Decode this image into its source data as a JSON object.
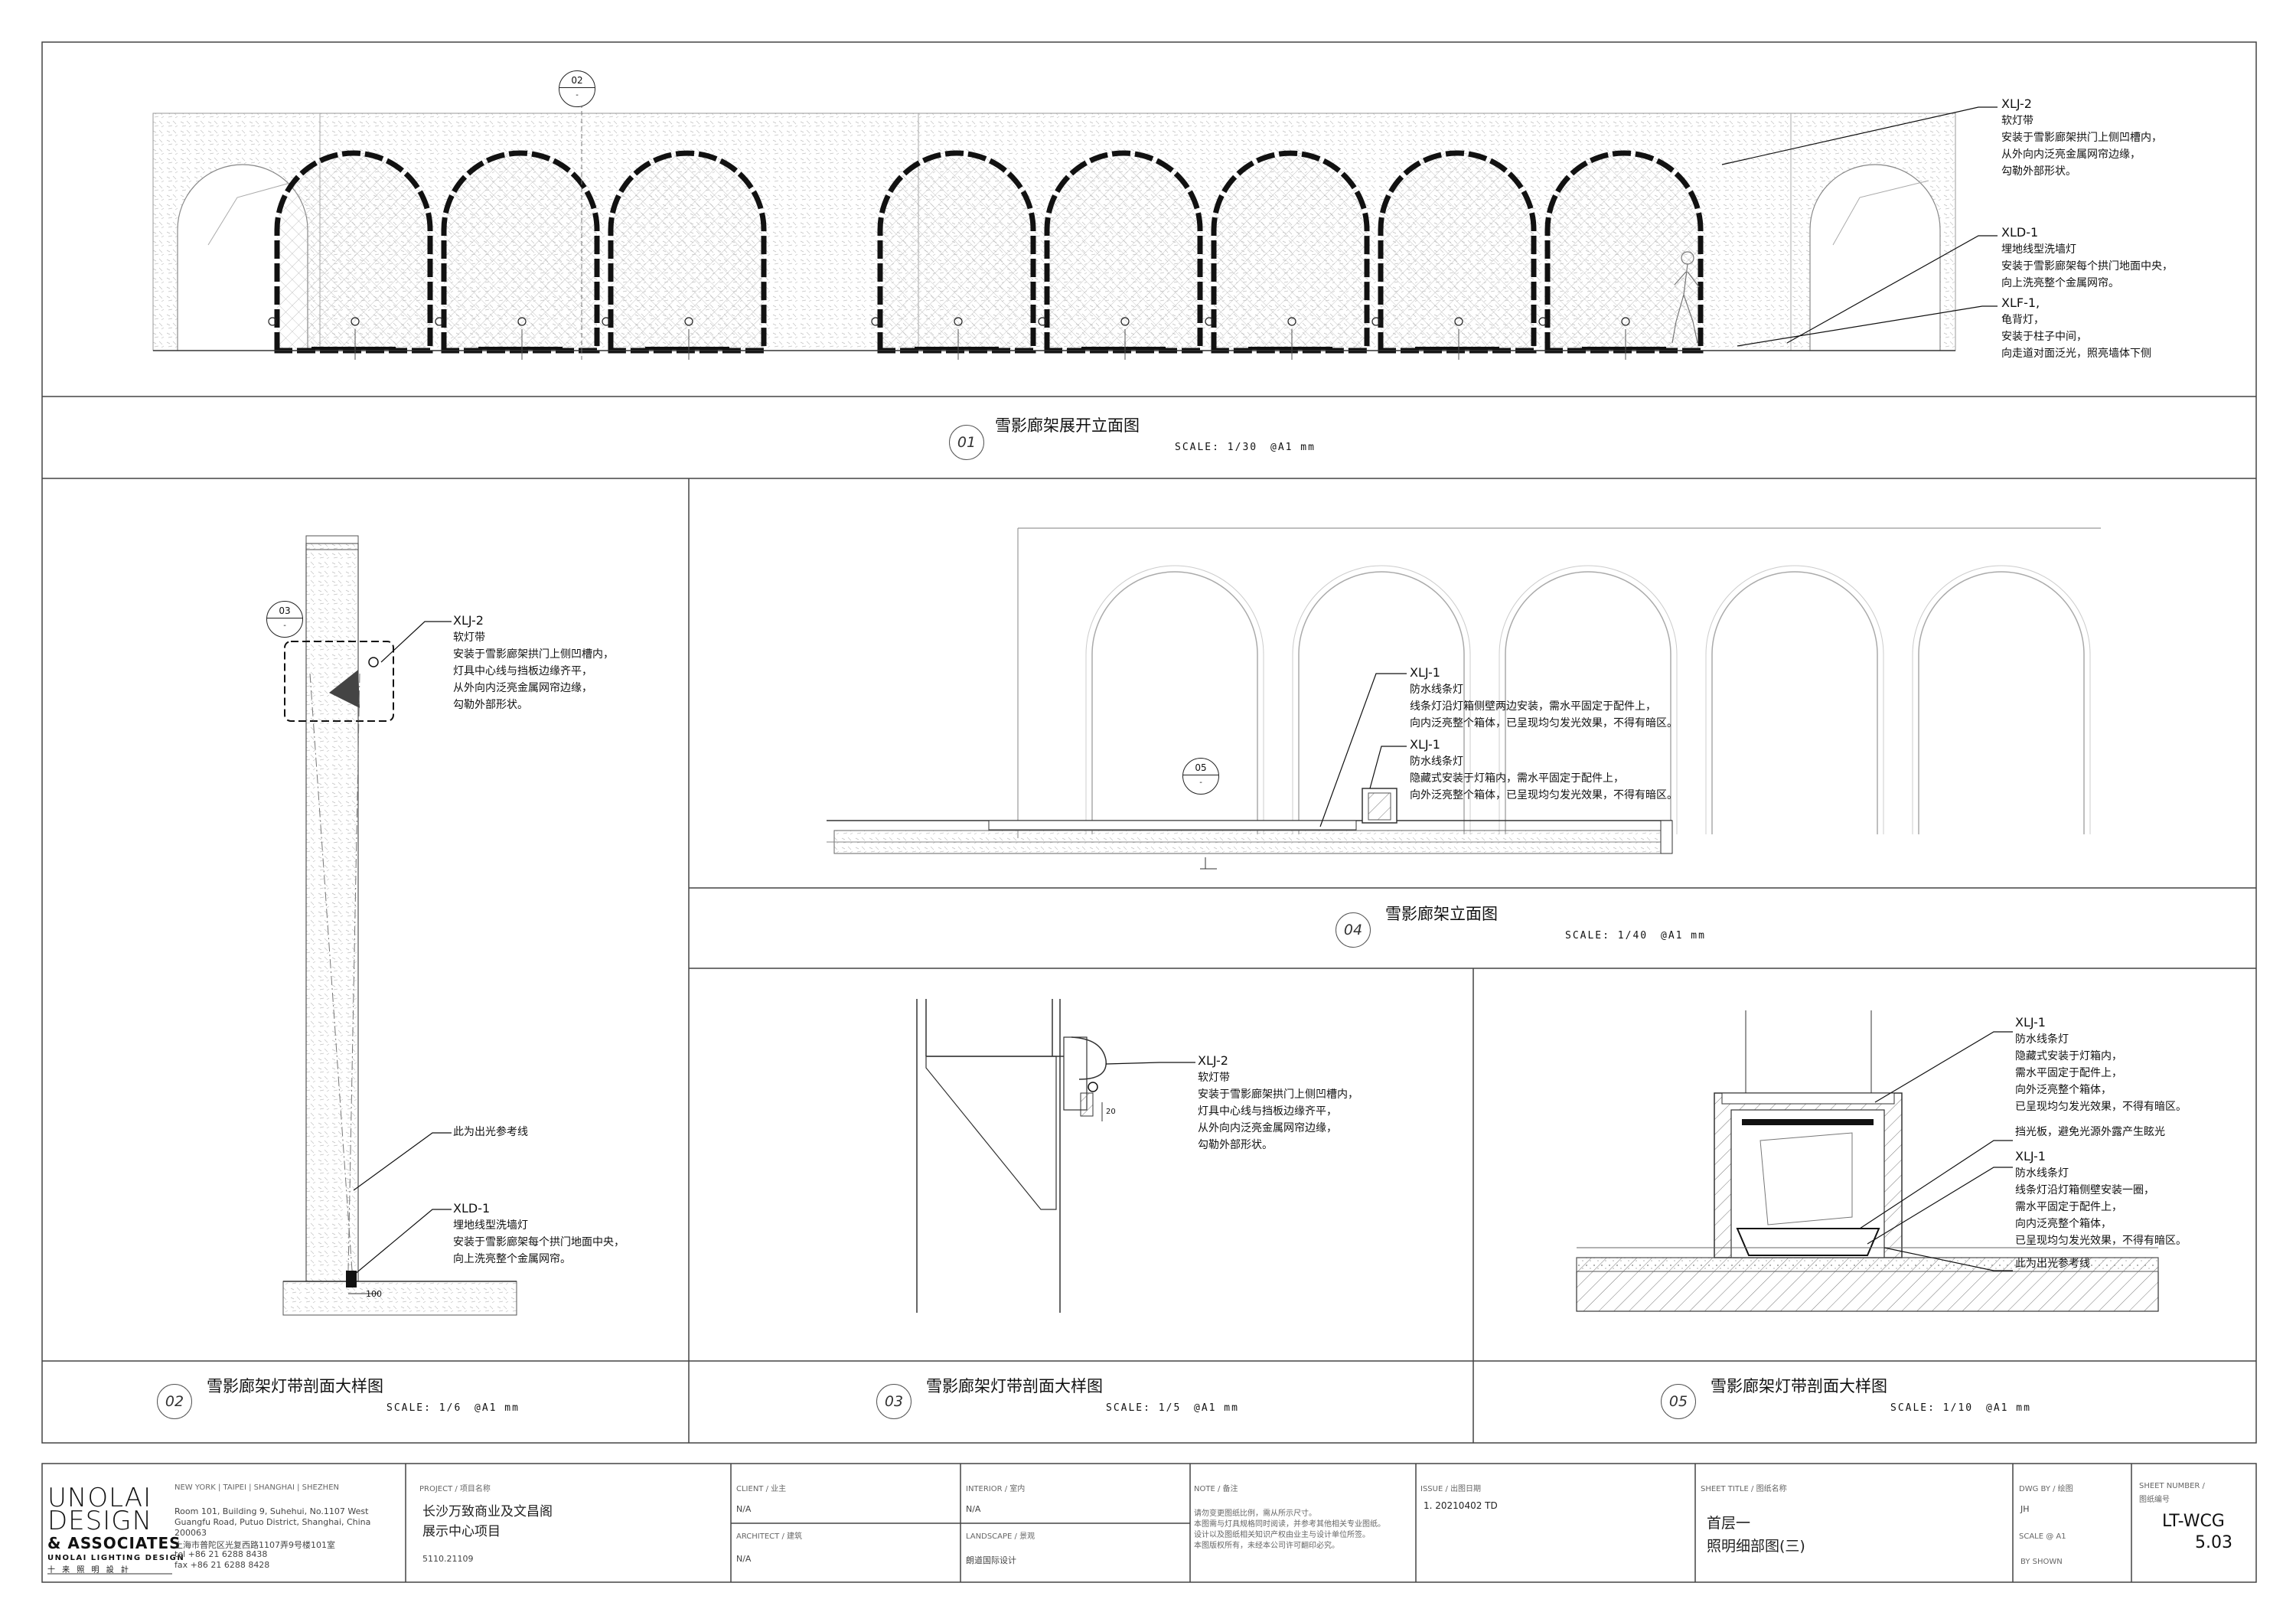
{
  "views": {
    "v01": {
      "num": "01",
      "title": "雪影廊架展开立面图",
      "scale": "SCALE: 1/30",
      "sheet": "@A1 mm"
    },
    "v02": {
      "num": "02",
      "title": "雪影廊架灯带剖面大样图",
      "scale": "SCALE: 1/6",
      "sheet": "@A1 mm"
    },
    "v03": {
      "num": "03",
      "title": "雪影廊架灯带剖面大样图",
      "scale": "SCALE: 1/5",
      "sheet": "@A1 mm"
    },
    "v04": {
      "num": "04",
      "title": "雪影廊架立面图",
      "scale": "SCALE: 1/40",
      "sheet": "@A1 mm"
    },
    "v05": {
      "num": "05",
      "title": "雪影廊架灯带剖面大样图",
      "scale": "SCALE: 1/10",
      "sheet": "@A1 mm"
    }
  },
  "section_tags": {
    "t02": {
      "top": "02",
      "bottom": "-"
    },
    "t03": {
      "top": "03",
      "bottom": "-"
    },
    "t05": {
      "top": "05",
      "bottom": "-"
    }
  },
  "notes01": {
    "xlj2": {
      "code": "XLJ-2",
      "l1": "软灯带",
      "l2": "安装于雪影廊架拱门上侧凹槽内，",
      "l3": "从外向内泛亮金属网帘边缘，",
      "l4": "勾勒外部形状。"
    },
    "xld1": {
      "code": "XLD-1",
      "l1": "埋地线型洗墙灯",
      "l2": "安装于雪影廊架每个拱门地面中央，",
      "l3": "向上洗亮整个金属网帘。"
    },
    "xlf1": {
      "code": "XLF-1,",
      "l1": "龟背灯，",
      "l2": "安装于柱子中间，",
      "l3": "向走道对面泛光，照亮墙体下侧"
    }
  },
  "notes02": {
    "xlj2": {
      "code": "XLJ-2",
      "l1": "软灯带",
      "l2": "安装于雪影廊架拱门上侧凹槽内，",
      "l3": "灯具中心线与挡板边缘齐平，",
      "l4": "从外向内泛亮金属网帘边缘，",
      "l5": "勾勒外部形状。"
    },
    "ref": "此为出光参考线",
    "xld1": {
      "code": "XLD-1",
      "l1": "埋地线型洗墙灯",
      "l2": "安装于雪影廊架每个拱门地面中央，",
      "l3": "向上洗亮整个金属网帘。"
    },
    "dim": "100"
  },
  "notes03": {
    "xlj2": {
      "code": "XLJ-2",
      "l1": "软灯带",
      "l2": "安装于雪影廊架拱门上侧凹槽内，",
      "l3": "灯具中心线与挡板边缘齐平，",
      "l4": "从外向内泛亮金属网帘边缘，",
      "l5": "勾勒外部形状。"
    },
    "dim": "20"
  },
  "notes04": {
    "xlj1a": {
      "code": "XLJ-1",
      "l1": "防水线条灯",
      "l2": "线条灯沿灯箱侧壁两边安装，需水平固定于配件上，",
      "l3": "向内泛亮整个箱体，已呈现均匀发光效果，不得有暗区。"
    },
    "xlj1b": {
      "code": "XLJ-1",
      "l1": "防水线条灯",
      "l2": "隐藏式安装于灯箱内，需水平固定于配件上，",
      "l3": "向外泛亮整个箱体，已呈现均匀发光效果，不得有暗区。"
    }
  },
  "notes05": {
    "xlj1a": {
      "code": "XLJ-1",
      "l1": "防水线条灯",
      "l2": "隐藏式安装于灯箱内，",
      "l3": "需水平固定于配件上，",
      "l4": "向外泛亮整个箱体，",
      "l5": "已呈现均匀发光效果，不得有暗区。"
    },
    "shield": "挡光板，避免光源外露产生眩光",
    "xlj1b": {
      "code": "XLJ-1",
      "l1": "防水线条灯",
      "l2": "线条灯沿灯箱侧壁安装一圈，",
      "l3": "需水平固定于配件上，",
      "l4": "向内泛亮整个箱体，",
      "l5": "已呈现均匀发光效果，不得有暗区。"
    },
    "ref": "此为出光参考线"
  },
  "titleblock": {
    "logo": {
      "l1": "UNOLAI",
      "l2": "DESIGN",
      "l3": "& ASSOCIATES",
      "l4": "UNOLAI LIGHTING DESIGN",
      "l5": "十 来 照 明 設 計"
    },
    "cities": "NEW YORK  |  TAIPEI  |  SHANGHAI  |  SHEZHEN",
    "addr1": "Room 101, Building 9, Suhehui, No.1107 West",
    "addr2": "Guangfu Road, Putuo District, Shanghai, China",
    "addr3": "200063",
    "addr4": "上海市普陀区光复西路1107弄9号楼101室",
    "tel": "tel +86 21 6288 8438",
    "fax": "fax +86 21 6288 8428",
    "project_label": "PROJECT / 项目名称",
    "project_l1": "长沙万致商业及文昌阁",
    "project_l2": "展示中心项目",
    "project_no": "5110.21109",
    "client_label": "CLIENT / 业主",
    "client_value": "N/A",
    "architect_label": "ARCHITECT / 建筑",
    "architect_value": "N/A",
    "interior_label": "INTERIOR / 室内",
    "interior_value": "N/A",
    "landscape_label": "LANDSCAPE / 景观",
    "landscape_value": "朗道国际设计",
    "note_label": "NOTE / 备注",
    "note_l1": "请勿变更图纸比例，需从所示尺寸。",
    "note_l2": "本图需与灯具规格同时阅读，并参考其他相关专业图纸。",
    "note_l3": "设计以及图纸相关知识产权由业主与设计单位所签。",
    "note_l4": "本图版权所有，未经本公司许可翻印必究。",
    "issue_label": "ISSUE / 出图日期",
    "issue_value": "1. 20210402  TD",
    "sheet_title_label": "SHEET TITLE / 图纸名称",
    "sheet_title_l1": "首层一",
    "sheet_title_l2": "照明细部图(三)",
    "dwg_by_label": "DWG BY / 绘图",
    "dwg_by_value": "JH",
    "scale_label": "SCALE @ A1",
    "scale_value": "BY SHOWN",
    "sheet_number_label": "SHEET NUMBER /",
    "sheet_number_label2": "图纸编号",
    "sheet_number_l1": "LT-WCG",
    "sheet_number_l2": "5.03"
  }
}
